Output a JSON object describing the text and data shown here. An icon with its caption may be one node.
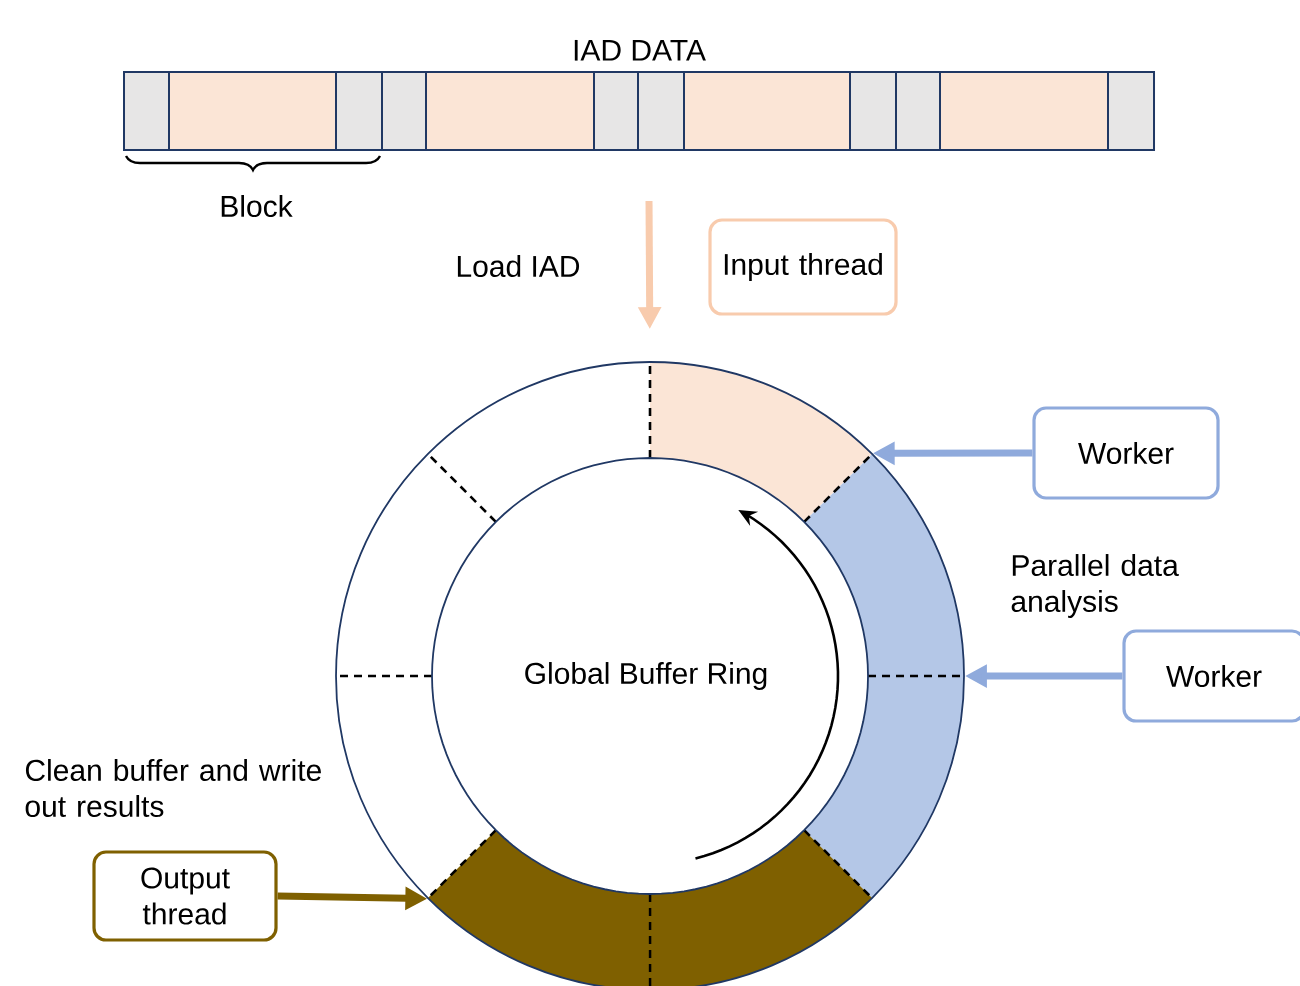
{
  "diagram": {
    "nodes": [
      {
        "text": [
          "IAD DATA"
        ]
      },
      {
        "text": [
          "Global Buffer Ring"
        ]
      },
      {
        "text": [
          "Input thread"
        ]
      },
      {
        "text": [
          "Worker"
        ]
      },
      {
        "text": [
          "Worker"
        ]
      },
      {
        "text": [
          "Output thread"
        ]
      }
    ],
    "edges": [
      {
        "from": 0,
        "to": 1,
        "arrow": "to",
        "label": "Load IAD",
        "color": "#f8cbad"
      },
      {
        "from": 3,
        "to": 1,
        "arrow": "to",
        "color": "#8faadc"
      },
      {
        "from": 4,
        "to": 1,
        "arrow": "to",
        "color": "#8faadc"
      },
      {
        "from": 5,
        "to": 1,
        "arrow": "to",
        "color": "#7f6000"
      }
    ],
    "labels": [
      "Block",
      "Parallel data analysis",
      "Clean buffer and write out results"
    ]
  }
}
